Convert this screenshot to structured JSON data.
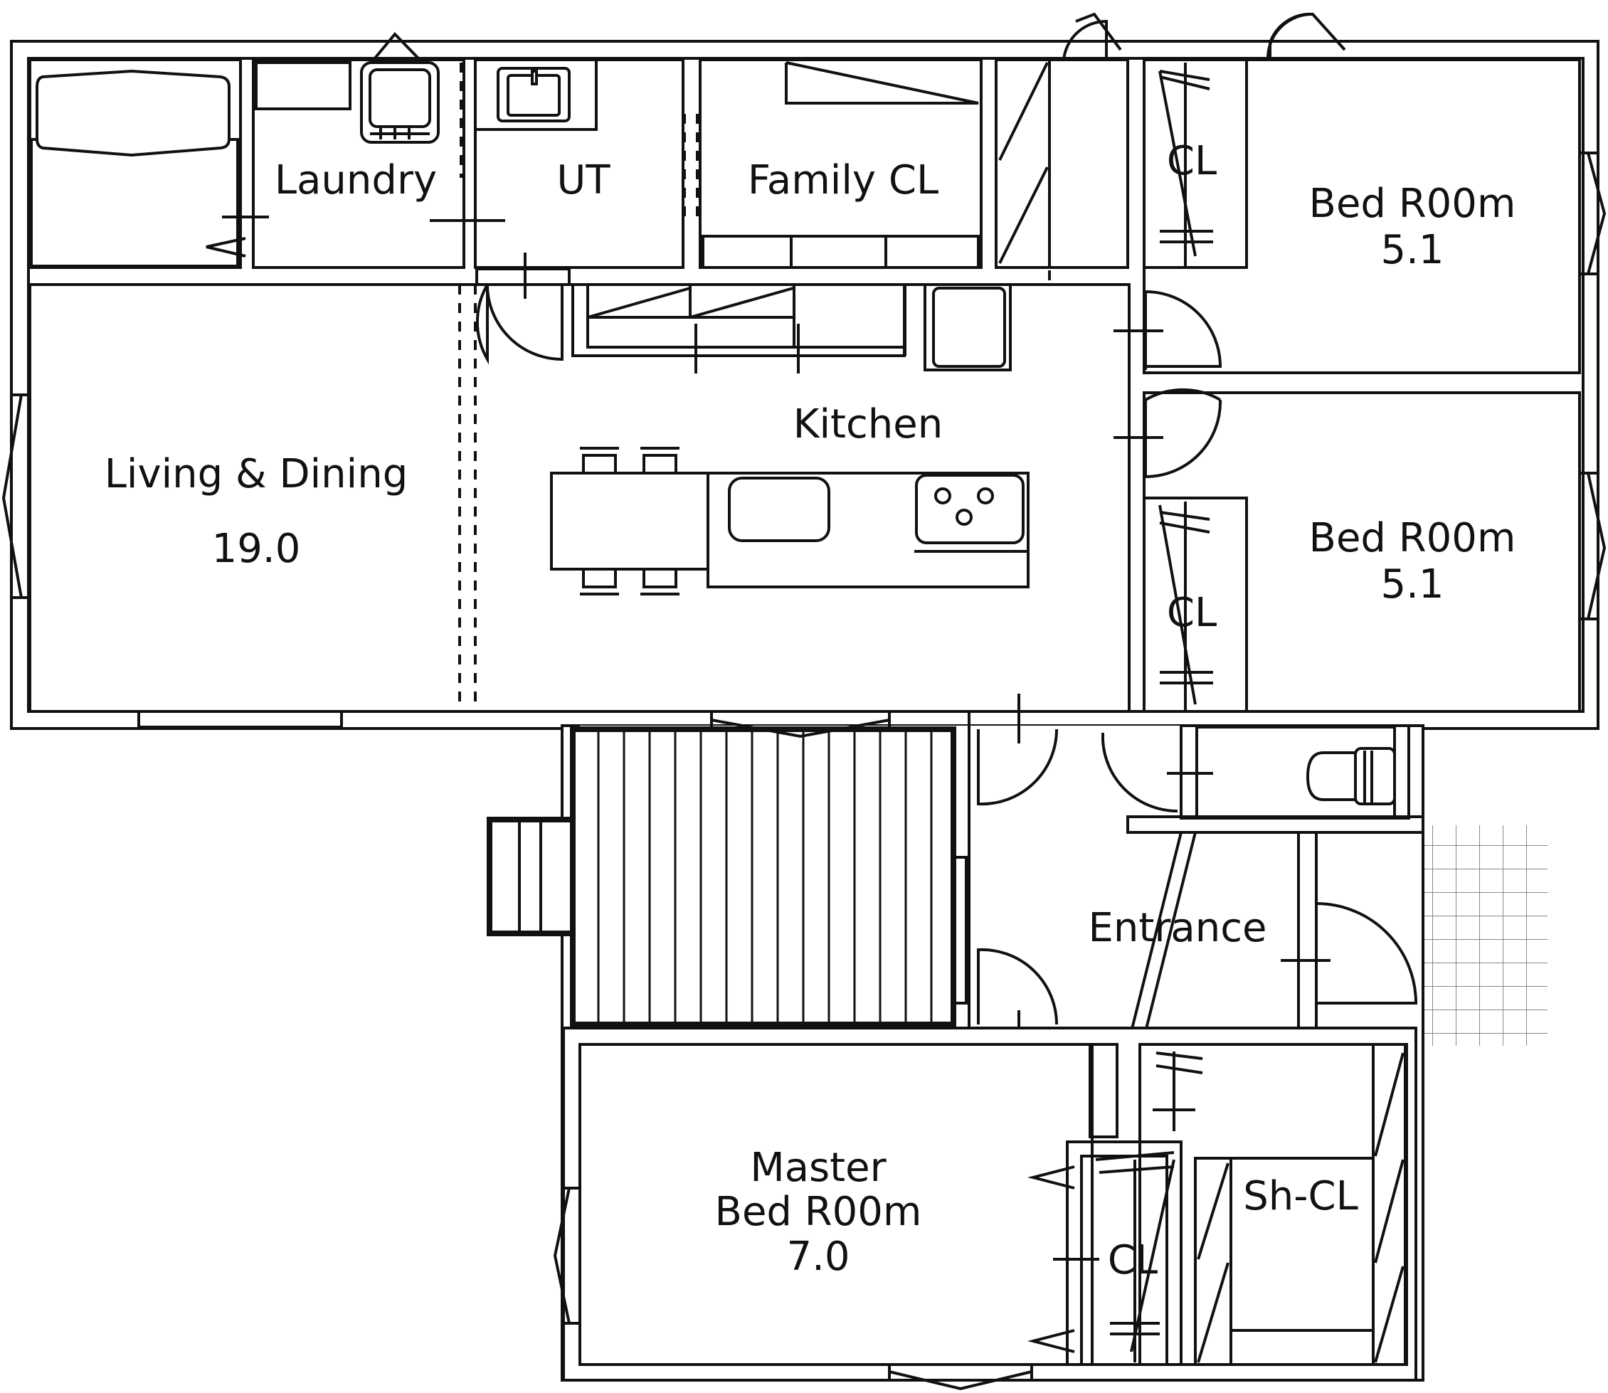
{
  "rooms": {
    "laundry": "Laundry",
    "ut": "UT",
    "family_cl": "Family CL",
    "bed1": {
      "name": "Bed R00m",
      "size": "5.1"
    },
    "bed2": {
      "name": "Bed R00m",
      "size": "5.1"
    },
    "kitchen": "Kitchen",
    "living": {
      "name": "Living & Dining",
      "size": "19.0"
    },
    "cl_top": "CL",
    "cl_mid": "CL",
    "cl_master": "CL",
    "entrance": "Entrance",
    "master": {
      "line1": "Master",
      "line2": "Bed R00m",
      "size": "7.0"
    },
    "sh_cl": "Sh-CL"
  },
  "icons": [
    "bathtub-icon",
    "washing-machine-icon",
    "sink-icon",
    "toilet-icon",
    "stove-icon",
    "kitchen-sink-icon",
    "dining-chair-icon",
    "door-swing-icon",
    "window-icon"
  ]
}
